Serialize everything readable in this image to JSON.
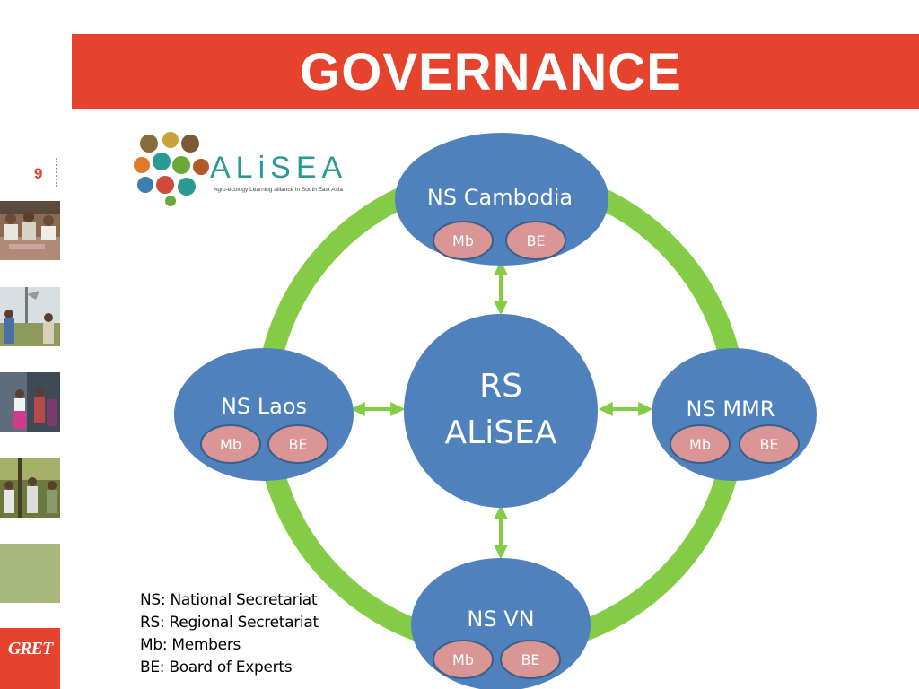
{
  "header": {
    "title": "GOVERNANCE"
  },
  "sidebar": {
    "page_number": "9",
    "brand": "GRET"
  },
  "logo": {
    "name": "ALiSEA",
    "tagline": "Agro-ecology Learning alliance in South East Asia"
  },
  "diagram": {
    "center": {
      "line1": "RS",
      "line2": "ALiSEA"
    },
    "nodes": [
      {
        "id": "cambodia",
        "label": "NS Cambodia",
        "tags": [
          "Mb",
          "BE"
        ]
      },
      {
        "id": "laos",
        "label": "NS Laos",
        "tags": [
          "Mb",
          "BE"
        ]
      },
      {
        "id": "mmr",
        "label": "NS MMR",
        "tags": [
          "Mb",
          "BE"
        ]
      },
      {
        "id": "vn",
        "label": "NS VN",
        "tags": [
          "Mb",
          "BE"
        ]
      }
    ]
  },
  "legend": [
    "NS: National Secretariat",
    "RS: Regional Secretariat",
    "Mb: Members",
    "BE: Board of Experts"
  ],
  "colors": {
    "accent_red": "#e5432e",
    "node_blue": "#4f81bd",
    "ring_green": "#84cc46",
    "tag_pink": "#d99694",
    "sidebar_green": "#a8b77c"
  }
}
